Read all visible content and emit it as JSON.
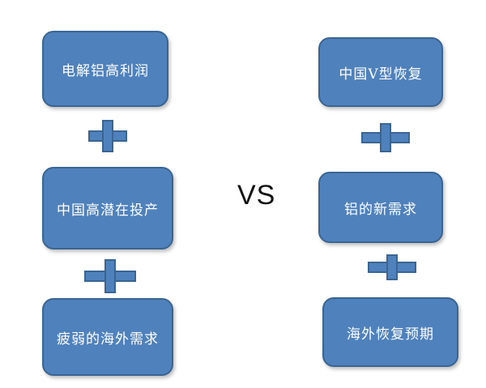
{
  "left": {
    "box1": "电解铝高利润",
    "box2": "中国高潜在投产",
    "box3": "疲弱的海外需求"
  },
  "right": {
    "box1": "中国V型恢复",
    "box2": "铝的新需求",
    "box3": "海外恢复预期"
  },
  "vs_label": "VS",
  "colors": {
    "box_fill": "#4f81bd",
    "box_border": "#3a6593",
    "text": "#ffffff"
  }
}
